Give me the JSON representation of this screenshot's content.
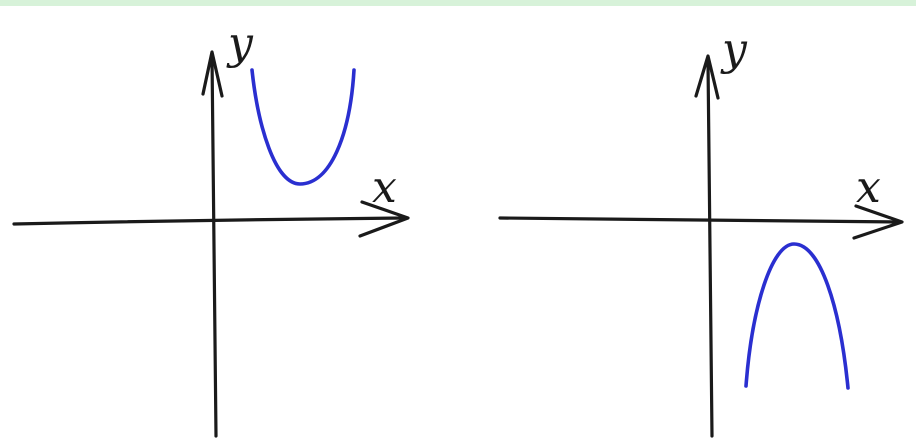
{
  "colors": {
    "axis": "#1a1a1a",
    "curve": "#2a2fd0",
    "top_band": "#d7f2d9"
  },
  "graphs": [
    {
      "x_label": "x",
      "y_label": "y",
      "curve": "upward-parabola-above-x-axis"
    },
    {
      "x_label": "x",
      "y_label": "y",
      "curve": "downward-parabola-below-x-axis"
    }
  ]
}
